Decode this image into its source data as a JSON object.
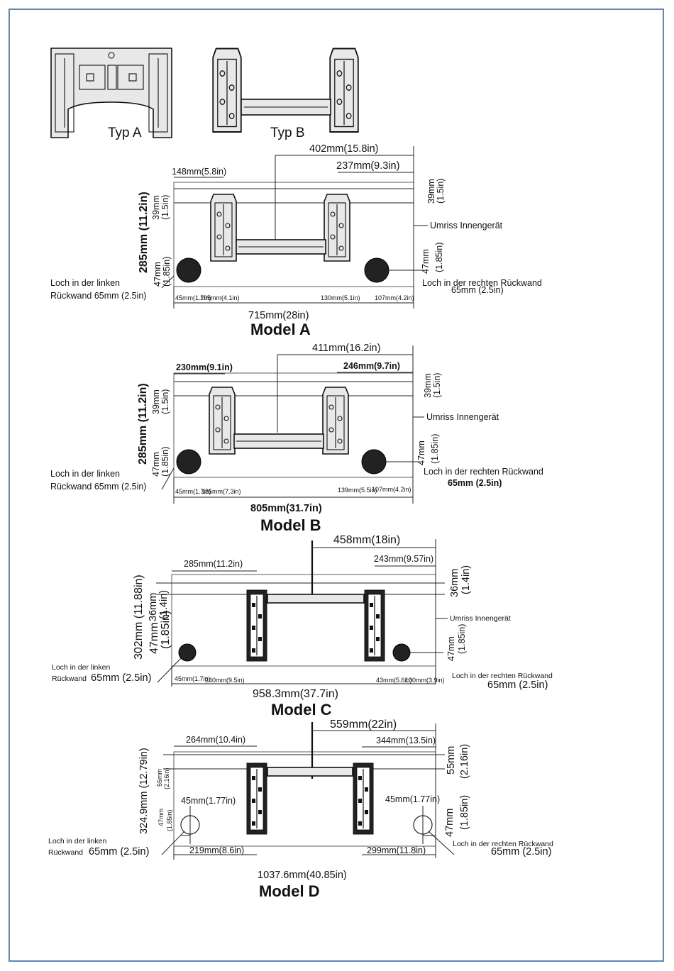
{
  "types": {
    "type_a_label": "Typ A",
    "type_b_label": "Typ B"
  },
  "model_a": {
    "title": "Model A",
    "dim_top": "402mm(15.8in)",
    "dim_left_offset": "148mm(5.8in)",
    "dim_right_offset": "237mm(9.3in)",
    "dim_top_right_vertical_mm": "39mm",
    "dim_top_right_vertical_in": "(1.5in)",
    "dim_left_vertical_mm": "39mm",
    "dim_left_vertical_in": "(1.5in)",
    "outline_label": "Umriss Innengerät",
    "dim_height": "285mm (11.2in)",
    "dim_right_47_mm": "47mm",
    "dim_right_47_in": "(1.85in)",
    "dim_left_47_mm": "47mm",
    "dim_left_47_in": "(1.85in)",
    "left_hole_line1": "Loch in der linken",
    "left_hole_line2": "Rückwand 65mm (2.5in)",
    "right_hole_line1": "Loch in der rechten Rückwand",
    "right_hole_line2": "65mm (2.5in)",
    "dim_bottom_1": "45mm(1.7in)",
    "dim_bottom_2": "105mm(4.1in)",
    "dim_bottom_3": "130mm(5.1in)",
    "dim_bottom_4": "107mm(4.2in)",
    "dim_width": "715mm(28in)"
  },
  "model_b": {
    "title": "Model B",
    "dim_top": "411mm(16.2in)",
    "dim_left_offset": "230mm(9.1in)",
    "dim_right_offset": "246mm(9.7in)",
    "dim_top_right_vertical_mm": "39mm",
    "dim_top_right_vertical_in": "(1.5in)",
    "dim_left_vertical_mm": "39mm",
    "dim_left_vertical_in": "(1.5in)",
    "outline_label": "Umriss Innengerät",
    "dim_height": "285mm (11.2in)",
    "dim_right_47_mm": "47mm",
    "dim_right_47_in": "(1.85in)",
    "dim_left_47_mm": "47mm",
    "dim_left_47_in": "(1.85in)",
    "left_hole_line1": "Loch in der linken",
    "left_hole_line2": "Rückwand 65mm (2.5in)",
    "right_hole_line1": "Loch in der rechten Rückwand",
    "right_hole_line2": "65mm (2.5in)",
    "dim_bottom_1": "45mm(1.7in)",
    "dim_bottom_2": "185mm(7.3in)",
    "dim_bottom_3": "139mm(5.5in)",
    "dim_bottom_4": "107mm(4.2in)",
    "dim_width": "805mm(31.7in)"
  },
  "model_c": {
    "title": "Model C",
    "dim_top": "458mm(18in)",
    "dim_left_offset": "285mm(11.2in)",
    "dim_right_offset": "243mm(9.57in)",
    "dim_top_right_vertical_mm": "36mm",
    "dim_top_right_vertical_in": "(1.4in)",
    "dim_left_vertical_mm": "36mm",
    "dim_left_vertical_in": "(1.4in)",
    "outline_label": "Umriss Innengerät",
    "dim_height": "302mm (11.88in)",
    "dim_right_47_mm": "47mm",
    "dim_right_47_in": "(1.85in)",
    "dim_left_47_mm": "47mm",
    "dim_left_47_in": "(1.85in)",
    "left_hole_line1": "Loch in der linken",
    "left_hole_line2a": "Rückwand",
    "left_hole_line2b": "65mm (2.5in)",
    "right_hole_line1": "Loch in der rechten Rückwand",
    "right_hole_line2": "65mm (2.5in)",
    "dim_bottom_1": "45mm(1.7in)",
    "dim_bottom_2": "240mm(9.5in)",
    "dim_bottom_3": "43mm(5.6in)",
    "dim_bottom_4": "100mm(3.9in)",
    "dim_width": "958.3mm(37.7in)"
  },
  "model_d": {
    "title": "Model D",
    "dim_top": "559mm(22in)",
    "dim_left_offset": "264mm(10.4in)",
    "dim_right_offset": "344mm(13.5in)",
    "dim_top_right_vertical_mm": "55mm",
    "dim_top_right_vertical_in": "(2.16in)",
    "dim_left_vertical_mm": "55mm",
    "dim_left_vertical_in": "(2.16in)",
    "dim_height": "324.9mm (12.79in)",
    "dim_right_47_mm": "47mm",
    "dim_right_47_in": "(1.85in)",
    "dim_left_47_mm": "47mm",
    "dim_left_47_in": "(1.85in)",
    "dim_hole_left": "45mm(1.77in)",
    "dim_hole_right": "45mm(1.77in)",
    "left_hole_line1": "Loch in der linken",
    "left_hole_line2a": "Rückwand",
    "left_hole_line2b": "65mm (2.5in)",
    "right_hole_line1": "Loch in der rechten Rückwand",
    "right_hole_line2": "65mm (2.5in)",
    "dim_bottom_1": "219mm(8.6in)",
    "dim_bottom_2": "299mm(11.8in)",
    "dim_width": "1037.6mm(40.85in)"
  }
}
